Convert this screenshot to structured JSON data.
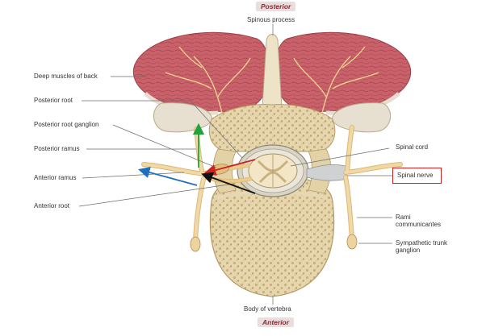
{
  "diagram": {
    "orientation_top": "Posterior",
    "orientation_bottom": "Anterior",
    "labels": {
      "spinous_process": "Spinous process",
      "deep_muscles": "Deep muscles of back",
      "posterior_root": "Posterior root",
      "posterior_root_ganglion": "Posterior root ganglion",
      "posterior_ramus": "Posterior ramus",
      "anterior_ramus": "Anterior ramus",
      "anterior_root": "Anterior root",
      "spinal_cord": "Spinal cord",
      "spinal_nerve": "Spinal nerve",
      "rami_communicantes_1": "Rami",
      "rami_communicantes_2": "communicantes",
      "sympathetic_trunk_ganglion_1": "Sympathetic trunk",
      "sympathetic_trunk_ganglion_2": "ganglion",
      "body_of_vertebra": "Body of vertebra"
    },
    "highlighted_label": "spinal_nerve",
    "highlight_color": "#cc2222",
    "arrow_colors": {
      "posterior_ramus_arrow": "#22a23a",
      "anterior_ramus_arrow": "#1f6fbf",
      "posterior_root_arrow": "#cc2222",
      "anterior_root_arrow": "#111111"
    },
    "colors": {
      "muscle": "#c9616a",
      "bone": "#e9dcb8",
      "nerve": "#eacb8c",
      "cord": "#f3e6c6"
    }
  }
}
